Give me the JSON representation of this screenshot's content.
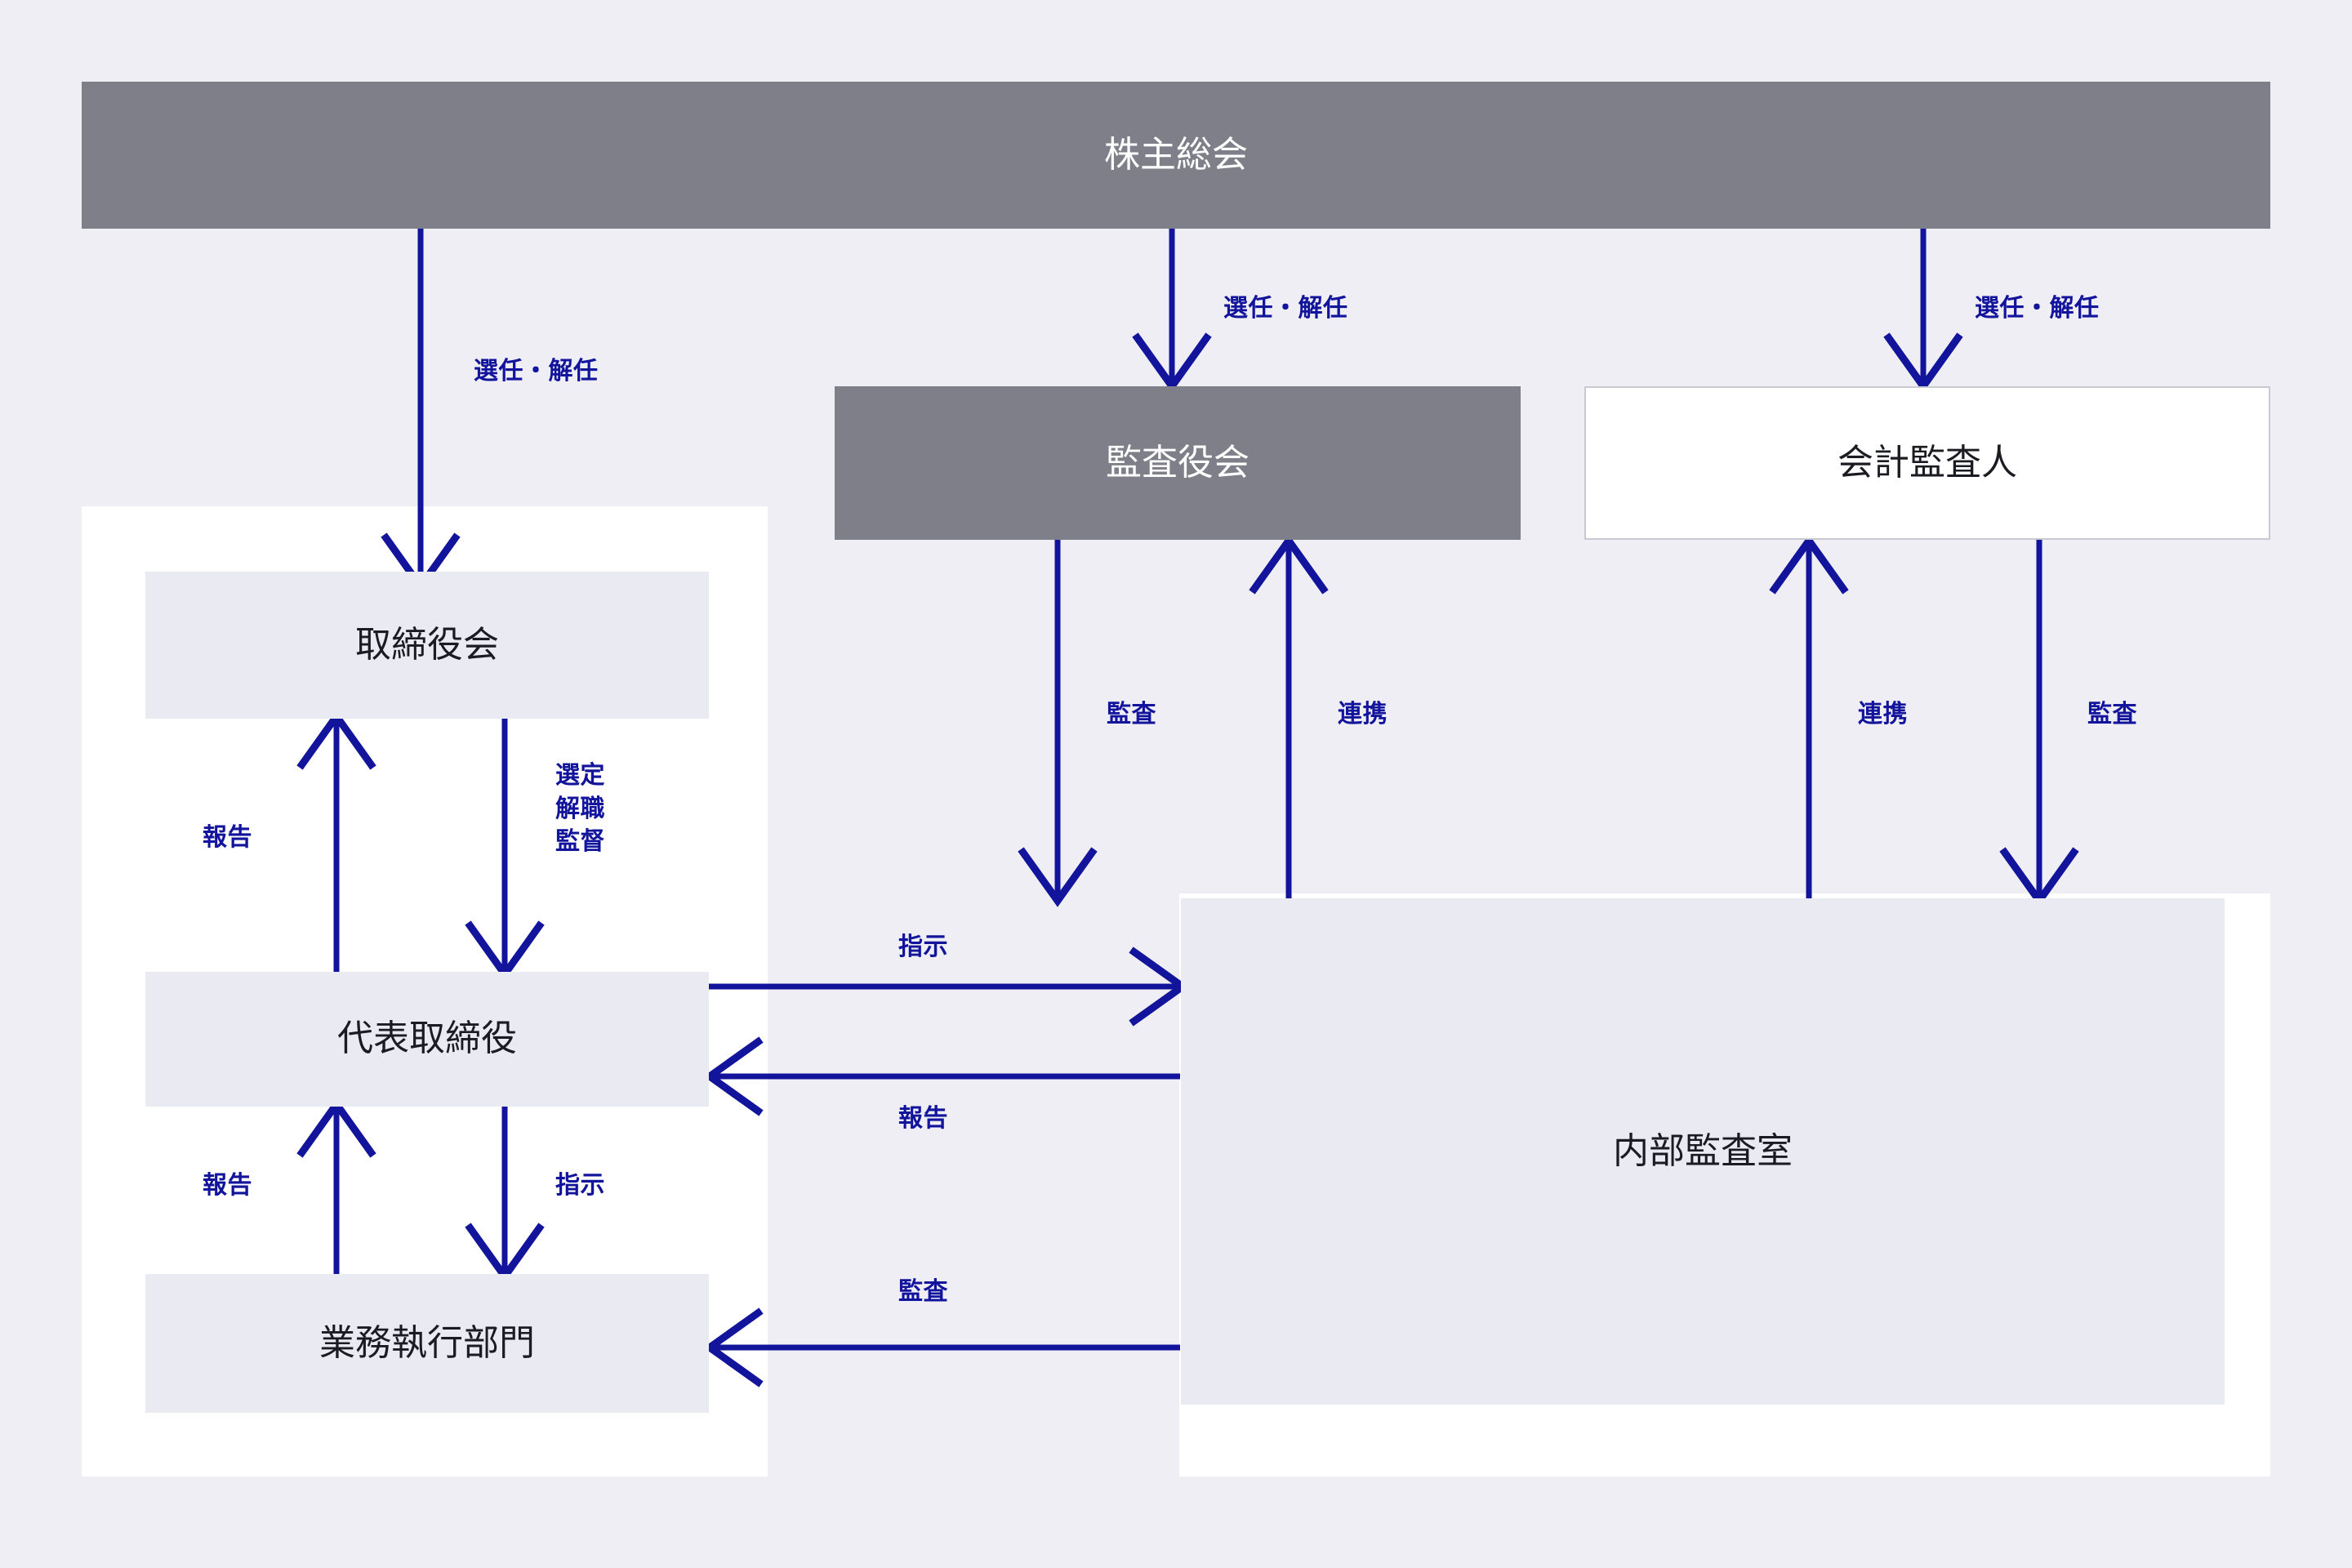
{
  "diagram": {
    "title_node": "株主総会",
    "colors": {
      "background": "#eeeef4",
      "gray_node": "#7f7f8a",
      "light_node": "#eaeaf2",
      "white_node": "#ffffff",
      "arrow": "#13149c",
      "node_border": "#c9c9d4"
    },
    "nodes": [
      {
        "id": "shareholders-meeting",
        "label": "株主総会",
        "style": "gray"
      },
      {
        "id": "board-of-auditors",
        "label": "監査役会",
        "style": "gray"
      },
      {
        "id": "accounting-auditor",
        "label": "会計監査人",
        "style": "white"
      },
      {
        "id": "board-of-directors",
        "label": "取締役会",
        "style": "light"
      },
      {
        "id": "representative-director",
        "label": "代表取締役",
        "style": "light"
      },
      {
        "id": "business-execution-division",
        "label": "業務執行部門",
        "style": "light"
      },
      {
        "id": "internal-audit-office",
        "label": "内部監査室",
        "style": "light"
      }
    ],
    "edge_labels": {
      "appoint_dismiss_to_board": "選任・解任",
      "appoint_dismiss_to_auditors": "選任・解任",
      "appoint_dismiss_to_accountant": "選任・解任",
      "report_to_board": "報告",
      "select_dismiss_supervise": "選定\n解職\n監督",
      "report_to_repdirector": "報告",
      "instruct_to_division": "指示",
      "audit_auditors_to_internal": "監査",
      "cooperate_auditors_internal": "連携",
      "cooperate_accountant_internal": "連携",
      "audit_accountant_to_internal": "監査",
      "instruct_to_internal": "指示",
      "report_from_internal": "報告",
      "audit_internal_to_division": "監査"
    }
  }
}
